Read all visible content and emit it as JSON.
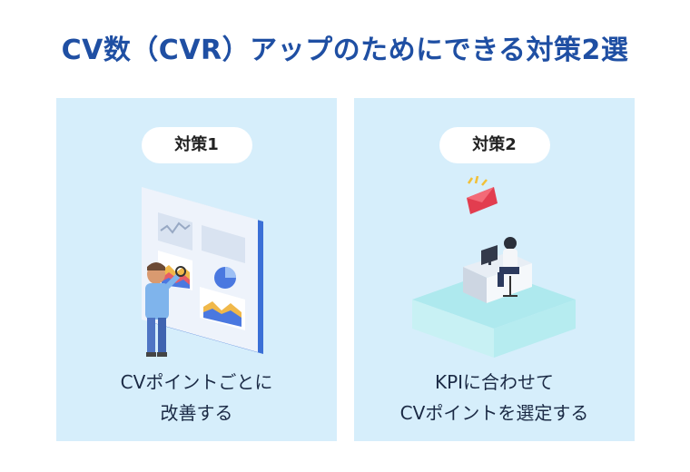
{
  "title": "CV数（CVR）アップのためにできる対策2選",
  "cards": [
    {
      "tag": "対策1",
      "caption": [
        "CVポイントごとに",
        "改善する"
      ]
    },
    {
      "tag": "対策2",
      "caption": [
        "KPIに合わせて",
        "CVポイントを選定する"
      ]
    }
  ],
  "colors": {
    "title": "#1f4fa3",
    "card_bg": "#d6eefb",
    "pill_bg": "#ffffff"
  },
  "icons": [
    "analytics-board-illustration",
    "person-magnifier-illustration",
    "desk-worker-illustration",
    "mail-alert-icon"
  ]
}
